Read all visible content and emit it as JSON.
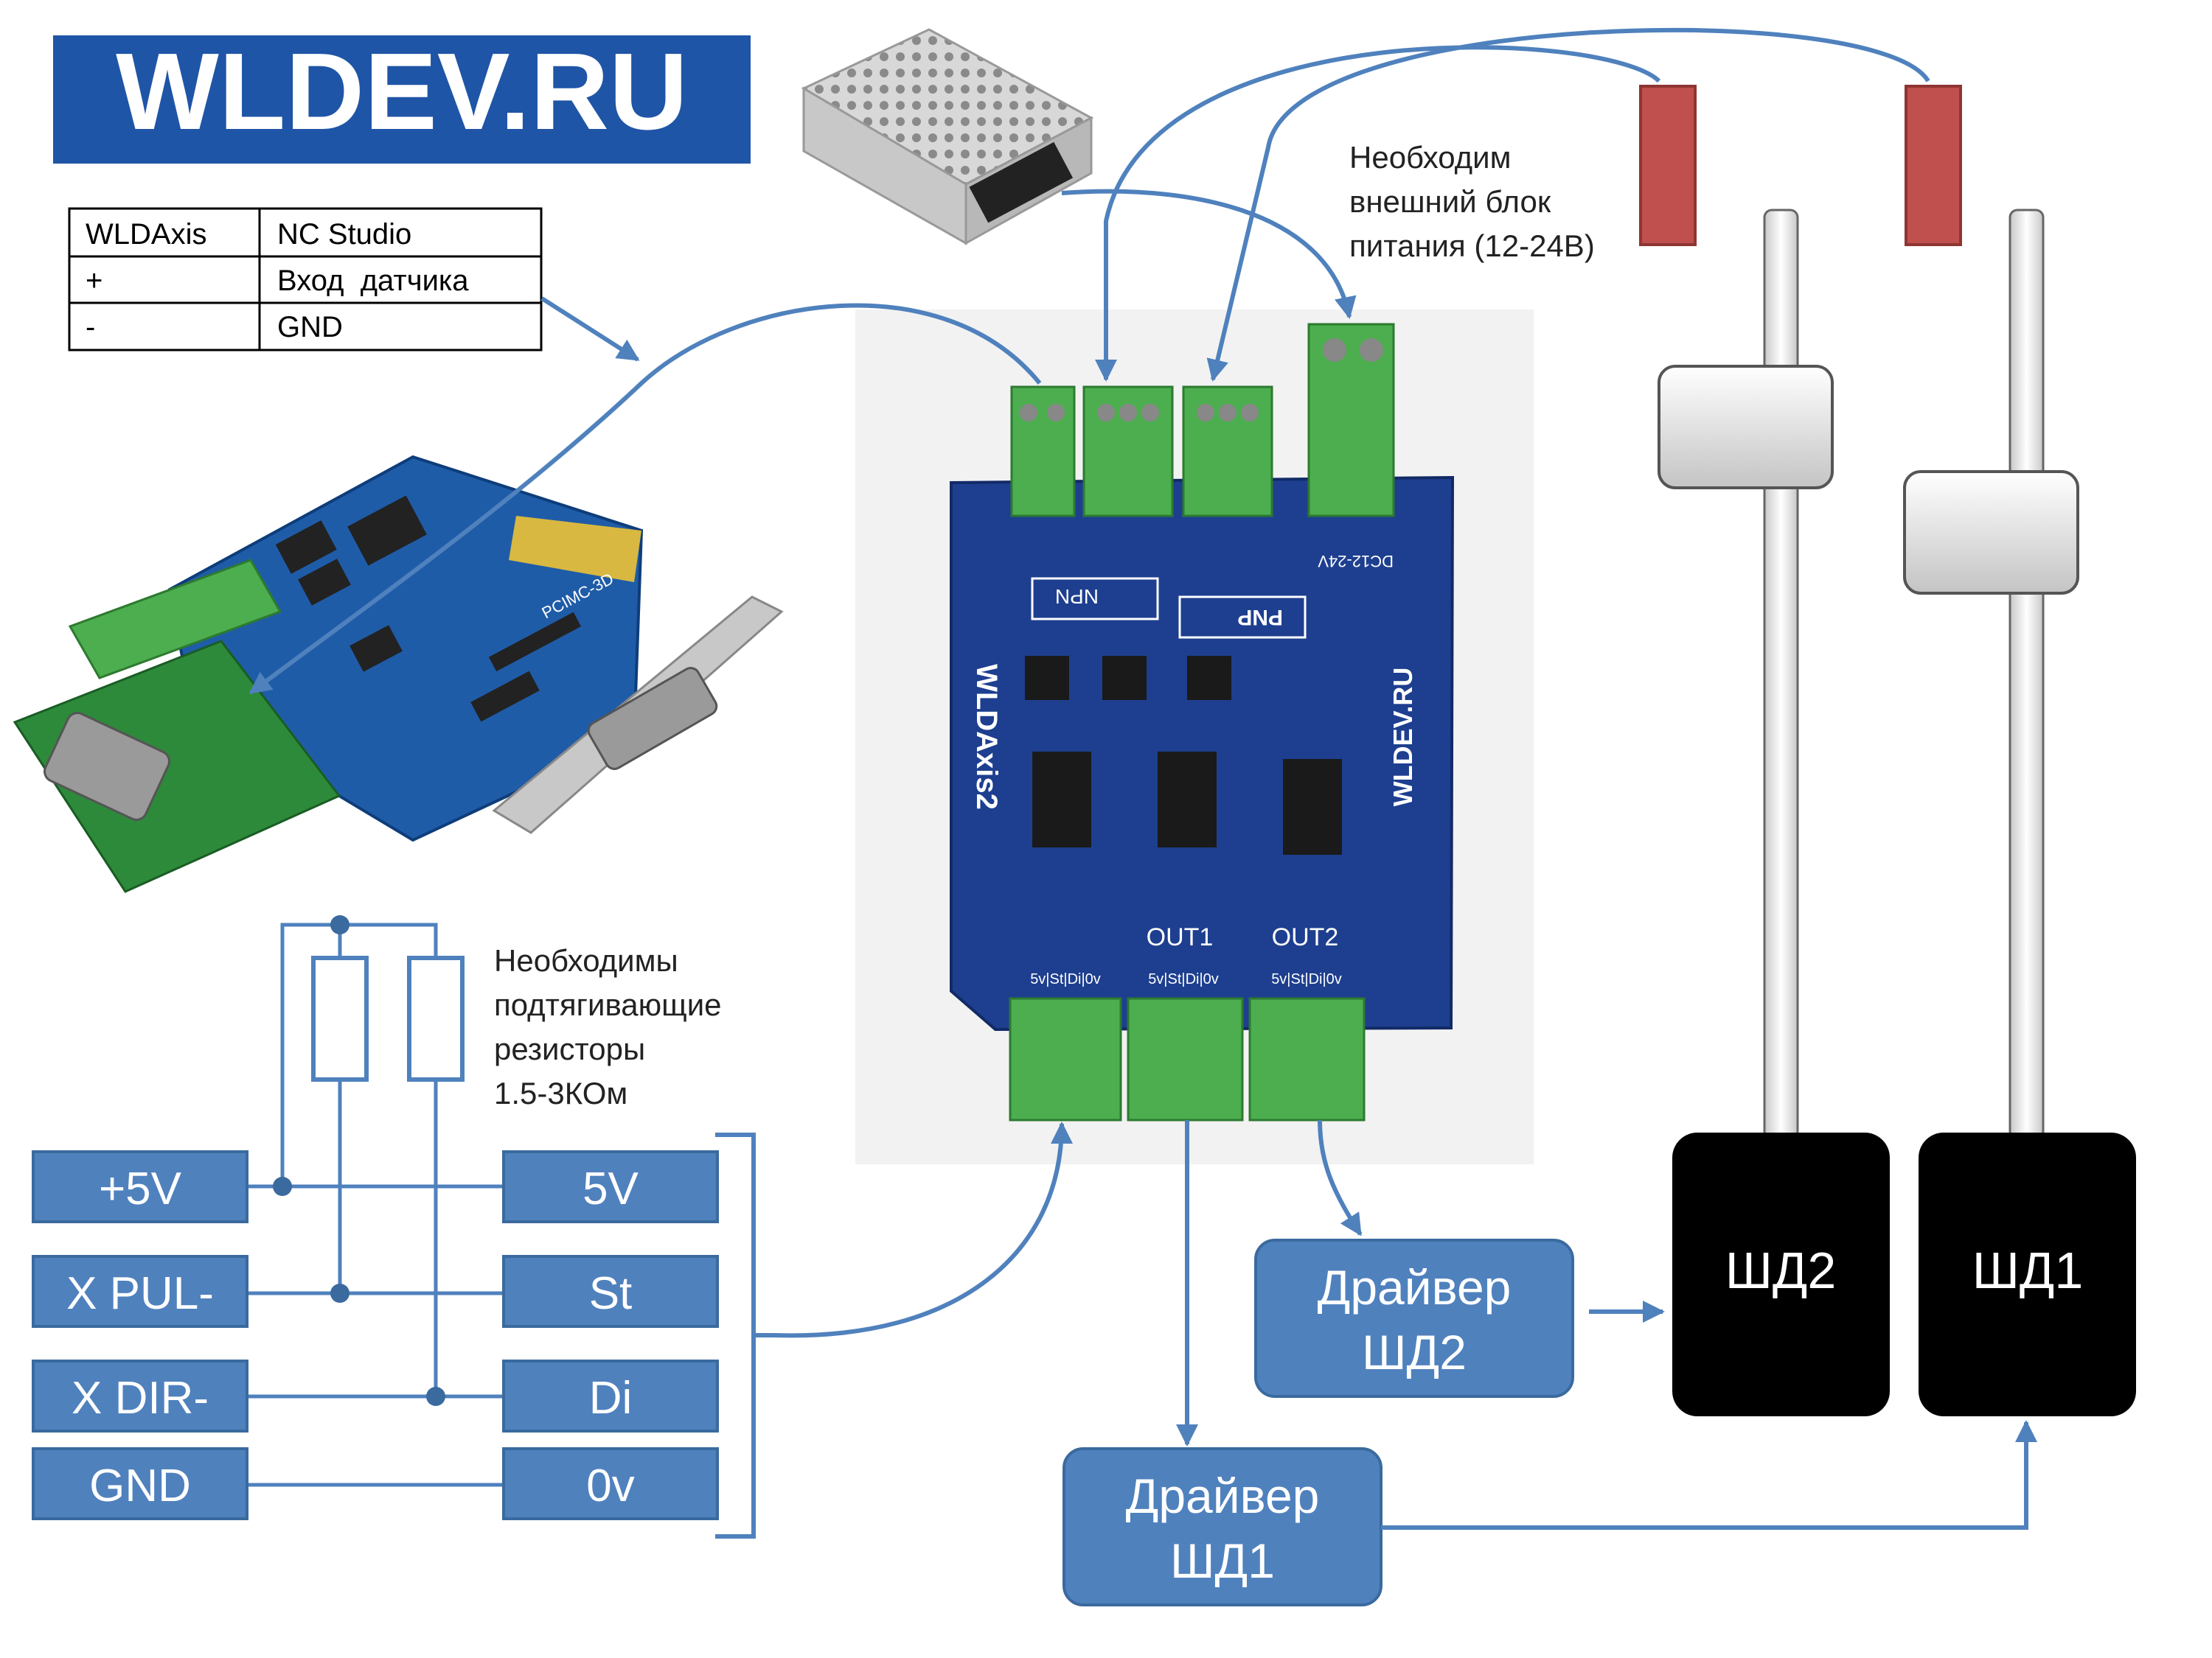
{
  "logo": {
    "text": "WLDEV.RU"
  },
  "mapping_table": {
    "headers": [
      "WLDAxis",
      "NC Studio"
    ],
    "rows": [
      [
        "+",
        "Вход  датчика"
      ],
      [
        "-",
        "GND"
      ]
    ]
  },
  "notes": {
    "power_supply": [
      "Необходим",
      "внешний блок",
      "питания (12-24В)"
    ],
    "pullup": [
      "Необходимы",
      "подтягивающие",
      "резисторы",
      "1.5-3КОм"
    ]
  },
  "board": {
    "name": "WLDAxis2",
    "brand": "WLDEV.RU",
    "out1": "OUT1",
    "out2": "OUT2",
    "npn": "NPN",
    "pnp": "PNP",
    "dc": "DC12-24V",
    "pins": "5v|St|Di|0v",
    "pcb_label": "PCIMC-3D"
  },
  "left_pins": [
    "+5V",
    "X PUL-",
    "X DIR-",
    "GND"
  ],
  "right_pins": [
    "5V",
    "St",
    "Di",
    "0v"
  ],
  "drivers": {
    "d2": [
      "Драйвер",
      "ШД2"
    ],
    "d1": [
      "Драйвер",
      "ШД1"
    ]
  },
  "motors": {
    "m2": "ШД2",
    "m1": "ШД1"
  },
  "colors": {
    "block_fill": "#4f81bd",
    "block_stroke": "#3a6a9e",
    "sensor": "#c0504d",
    "board": "#1e3f8f",
    "terminal": "#4cae4f",
    "logo_bg": "#1f55a6"
  }
}
